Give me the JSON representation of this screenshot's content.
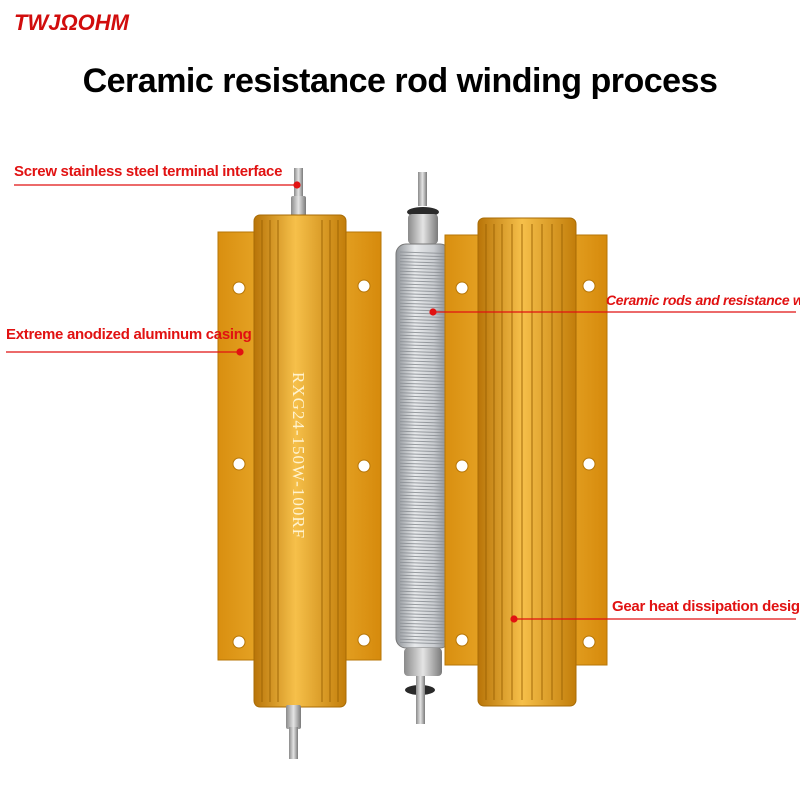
{
  "brand": {
    "logo_text": "TWJΩOHM"
  },
  "title": "Ceramic resistance rod winding process",
  "resistor_marking": "RXG24-150W-100RF",
  "annotations": {
    "terminal": "Screw stainless steel terminal interface",
    "casing": "Extreme anodized aluminum casing",
    "ceramic": "Ceramic rods and resistance wires",
    "gear": "Gear heat dissipation design"
  },
  "colors": {
    "accent": "#e11212",
    "gold": "#e3a21c",
    "title": "#000000"
  }
}
